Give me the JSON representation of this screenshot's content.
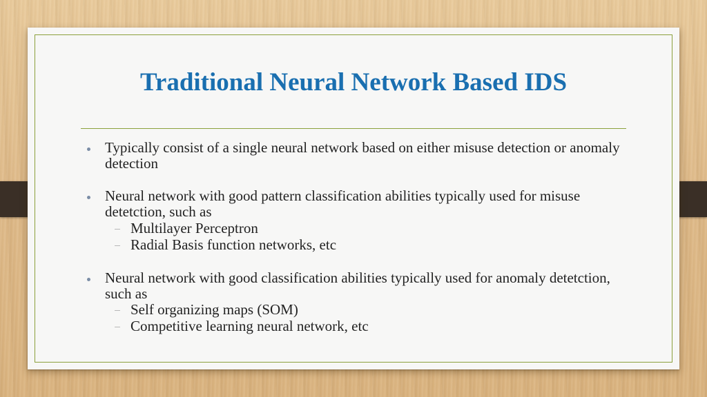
{
  "slide": {
    "title": "Traditional Neural Network Based IDS",
    "bullets": [
      {
        "text": "Typically consist of a single neural network based on either misuse detection or anomaly detection",
        "subitems": []
      },
      {
        "text": "Neural network with good pattern classification abilities typically used for misuse detetction, such as",
        "subitems": [
          "Multilayer Perceptron",
          "Radial Basis function networks, etc"
        ]
      },
      {
        "text": "Neural network with good classification abilities typically used for anomaly detetction, such as",
        "subitems": [
          "Self organizing maps (SOM)",
          "Competitive learning neural network, etc"
        ]
      }
    ]
  },
  "colors": {
    "title": "#1a6fb0",
    "accent_border": "#8aa03a",
    "tab": "#3a2f26",
    "background_wood": "#ddb887"
  }
}
